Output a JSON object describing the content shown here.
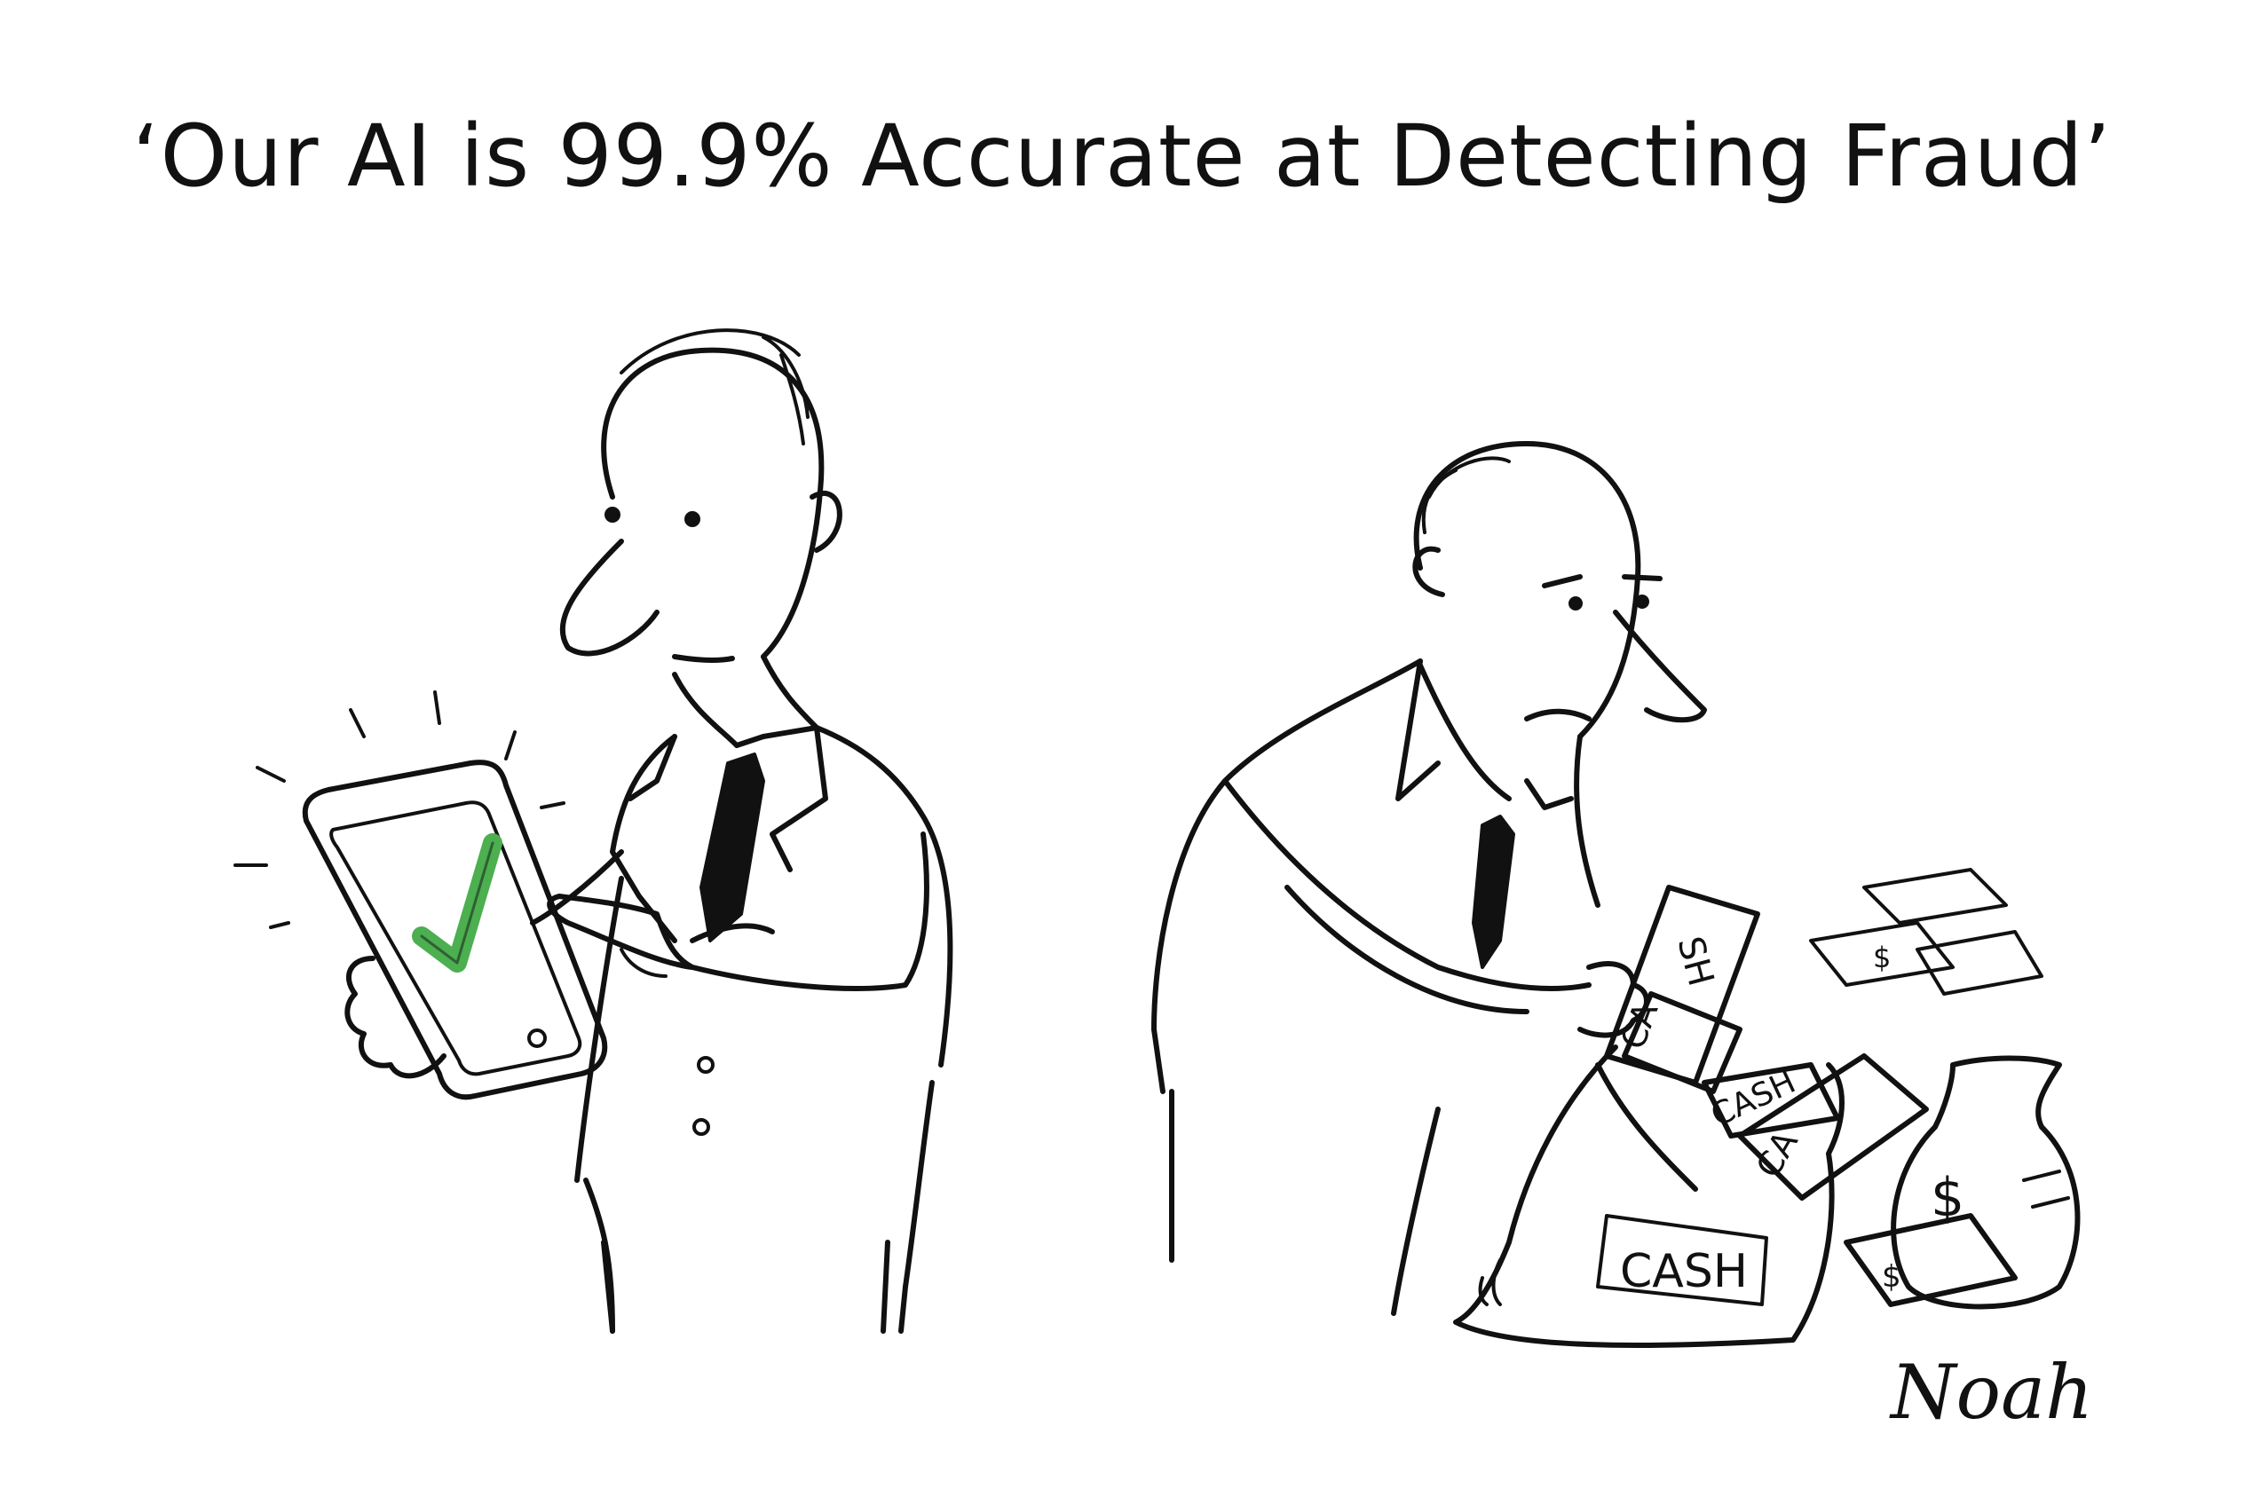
{
  "caption": "‘Our AI is 99.9% Accurate at Detecting Fraud’",
  "signature": "Noah",
  "labels": {
    "cash_sack": "CASH",
    "cash_bundle_1": "CASH",
    "cash_bundle_2": "CA",
    "cash_bundle_3": "SH",
    "dollar": "$"
  },
  "icons": {
    "tablet_check": "check-icon"
  },
  "colors": {
    "ink": "#111111",
    "check": "#4caf50",
    "background": "#ffffff"
  }
}
